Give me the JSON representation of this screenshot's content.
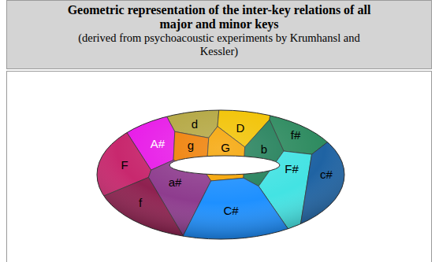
{
  "diagram": {
    "title": "Geometric representation of the inter-key relations of all major and minor keys",
    "caption": "(derived from psychoacoustic experiments by Krumhansl and Kessler)",
    "labels": [
      "d",
      "D",
      "f#",
      "A#",
      "g",
      "G",
      "b",
      "F",
      "F#",
      "c#",
      "a#",
      "f",
      "C#"
    ]
  }
}
